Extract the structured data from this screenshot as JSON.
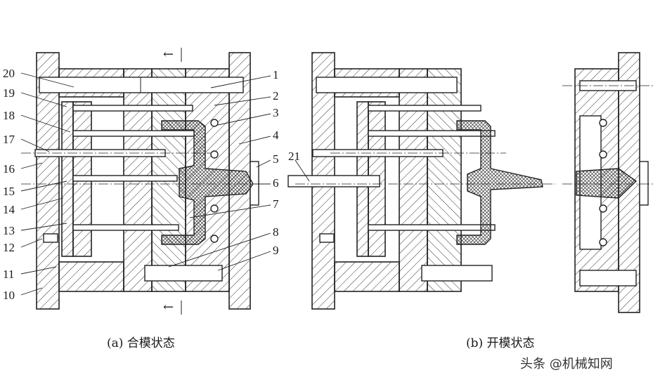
{
  "figure": {
    "part_labels": [
      "1",
      "2",
      "3",
      "4",
      "5",
      "6",
      "7",
      "8",
      "9",
      "10",
      "11",
      "12",
      "13",
      "14",
      "15",
      "16",
      "17",
      "18",
      "19",
      "20",
      "21"
    ],
    "caption_a": "(a)  合模状态",
    "caption_b": "(b)  开模状态",
    "watermark": "头条 @机械知网"
  }
}
